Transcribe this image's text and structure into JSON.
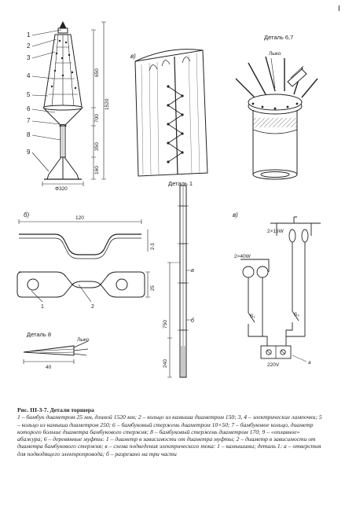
{
  "page_number": "I",
  "fig_a": {
    "callouts": [
      "1",
      "2",
      "3",
      "4",
      "5",
      "6",
      "7",
      "8",
      "9"
    ],
    "dims": [
      "650",
      "1520",
      "700",
      "350",
      "160"
    ],
    "base_dim": "Ф320"
  },
  "fig_v": {
    "label": "в)"
  },
  "detail_67": {
    "label": "Деталь 6,7",
    "rope": "Лыко"
  },
  "detail_1": {
    "label": "Деталь 1",
    "marks": [
      "а",
      "б"
    ],
    "dims": [
      "750",
      "240"
    ]
  },
  "fig_b": {
    "label": "б)",
    "dims": [
      "120",
      "2-3",
      "25"
    ],
    "callouts": [
      "1",
      "2"
    ]
  },
  "detail_8": {
    "label": "Деталь 8",
    "rope": "Лыко",
    "dim": "40"
  },
  "fig_c": {
    "label": "в)",
    "lamp_top": "2×15W",
    "lamp_left": "2×40W",
    "switches": [
      "S₁",
      "S₂"
    ],
    "mark": "а",
    "voltage": "220V"
  },
  "caption": {
    "title": "Рис. III-3-7. Детали торшера",
    "body": "1 – бамбук диаметром 25 мм, длиной 1520 мм; 2 – кольцо из камыша диаметром 150; 3, 4 – электрические лампочки; 5 – кольцо из камыша диаметром 250; 6 – бамбуковый стержень диаметром 10×50; 7 – бамбуковое кольцо, диаметр которого больше диаметра бамбукового стержня; 8 – бамбуковый стержень диаметром 170; 9 – «оплавное» абажура; 6 – деревянные муфты: 1 – диаметр в зависимости от диаметра муфты; 2 – диаметр в зависимости от диаметра бамбукового стержня; в – схема подведения электрического тока: 1 – камышины; деталь 1: а – отверстия для подводящего электропровода; б – разрезано на три части"
  }
}
